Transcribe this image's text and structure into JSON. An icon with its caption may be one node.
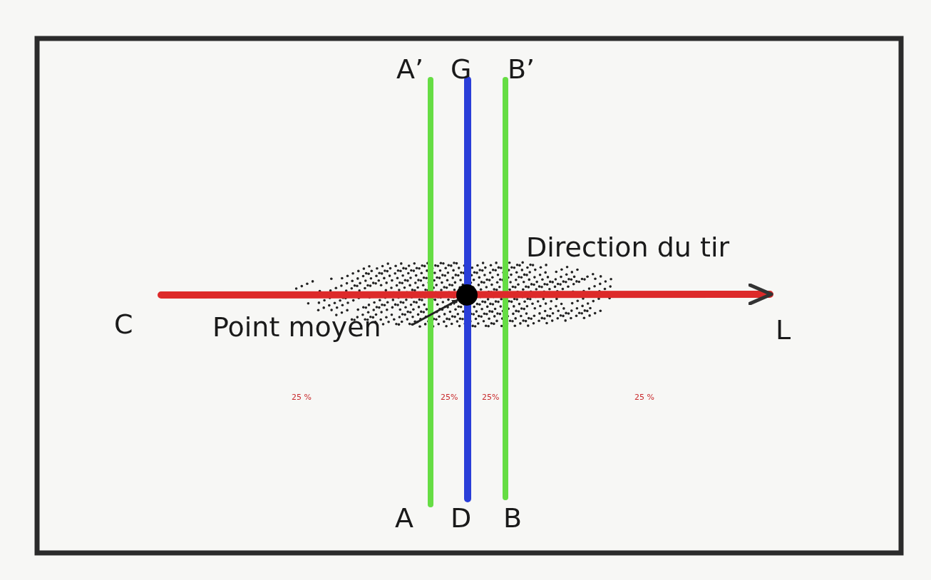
{
  "diagram": {
    "nodes": [
      {
        "text": [
          "Point moyen"
        ]
      },
      {
        "text": [],
        "shape": "circle"
      }
    ],
    "edges": [
      {
        "from": 0,
        "to": 1,
        "arrow": "to"
      }
    ],
    "labels": [
      "A’",
      "G",
      "B’",
      "Direction du tir",
      "C",
      "L",
      "25 %",
      "25%",
      "25%",
      "25 %",
      "A",
      "D",
      "B"
    ]
  }
}
